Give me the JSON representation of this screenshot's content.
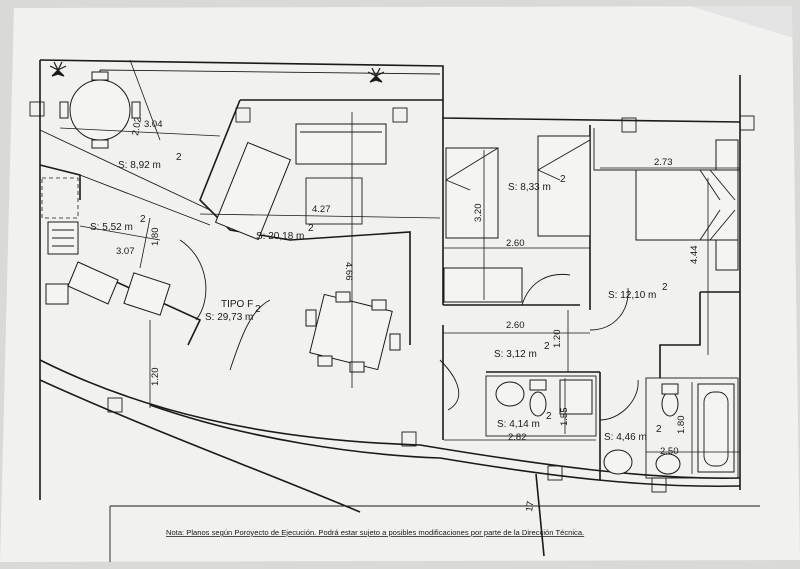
{
  "plan": {
    "unit_tag": "TIPO F",
    "rooms": {
      "terrace": "S:  8,92 m",
      "kitchen": "S:  5,52 m",
      "living": "S: 20,18 m",
      "unit_total": "S: 29,73 m",
      "bedroom_small": "S:  8,33 m",
      "bedroom_master": "S: 12,10 m",
      "hall": "S:  3,12 m",
      "bath_1": "S:  4,14 m",
      "bath_2": "S:  4,46 m",
      "superscript": "2"
    },
    "dimensions": {
      "terrace_width": "3.04",
      "terrace_depth": "2.02",
      "kitchen_length": "3.07",
      "kitchen_width": "1.80",
      "living_width": "4.27",
      "living_depth": "4.66",
      "bedroom_small_depth": "3.20",
      "bedroom_small_width": "2.60",
      "master_width": "2.73",
      "master_depth": "4.44",
      "hall_width": "2.60",
      "hall_depth": "1.20",
      "bath_1_width": "2.82",
      "bath_1_depth": "1.55",
      "bath_2_width": "2.50",
      "bath_2_depth": "1.80",
      "corridor_width": "1.20",
      "marker": "17"
    }
  },
  "footer": {
    "note": "Nota: Planos según Poroyecto de Ejecución. Podrá estar sujeto a posibles modificaciones por parte de la Dirección Técnica."
  },
  "colors": {
    "paper": "#f1f1ef",
    "ink": "#1a1a1a"
  }
}
